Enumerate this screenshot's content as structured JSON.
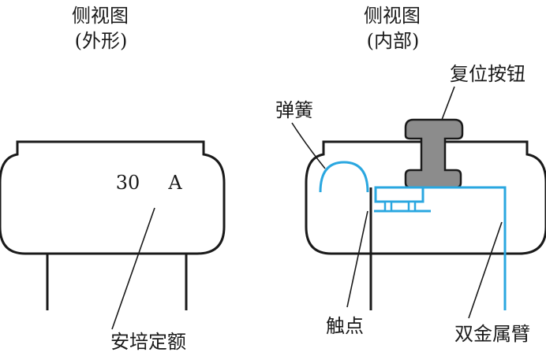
{
  "left_view": {
    "title": "侧视图",
    "subtitle": "(外形)",
    "rating_value": "30",
    "rating_unit": "A",
    "rating_label": "安培定额"
  },
  "right_view": {
    "title": "侧视图",
    "subtitle": "(内部)",
    "reset_button_label": "复位按钮",
    "spring_label": "弹簧",
    "contact_label": "触点",
    "bimetal_label": "双金属臂"
  },
  "colors": {
    "outline": "#1a1a1a",
    "blue": "#2aa7e0",
    "button_fill": "#8c8c8c"
  }
}
